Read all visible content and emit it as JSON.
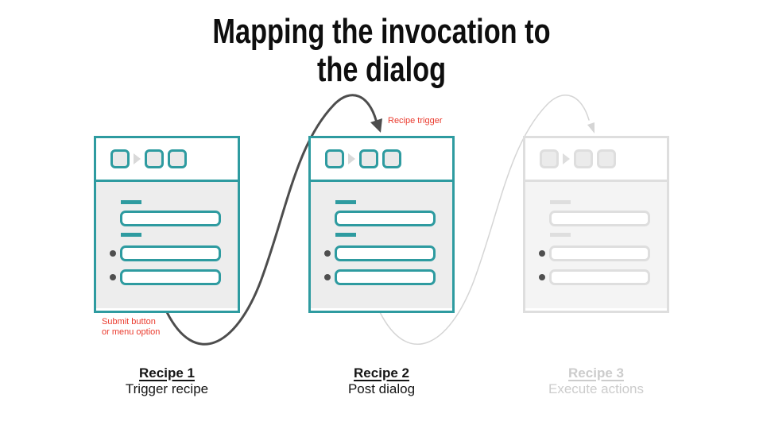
{
  "slide": {
    "title_line1": "Mapping the invocation to",
    "title_line2": "the dialog"
  },
  "annotations": {
    "recipe_trigger": "Recipe trigger",
    "submit_button_line1": "Submit button",
    "submit_button_line2": "or menu option"
  },
  "recipes": [
    {
      "name": "Recipe 1",
      "subtitle": "Trigger recipe",
      "state": "active"
    },
    {
      "name": "Recipe 2",
      "subtitle": "Post dialog",
      "state": "active"
    },
    {
      "name": "Recipe 3",
      "subtitle": "Execute actions",
      "state": "faded"
    }
  ],
  "icons": {
    "chevron-right-icon": "css-triangle-right",
    "step-square-icon": "rounded-square",
    "bullet-dot-icon": "filled-circle"
  },
  "colors": {
    "teal": "#2E9BA0",
    "annotation_red": "#EA3A2D",
    "arrow_dark": "#4D4D4D",
    "arrow_faded": "#D5D5D5",
    "faded_gray": "#DEDEDE",
    "card_body_gray": "#EDEDED"
  }
}
